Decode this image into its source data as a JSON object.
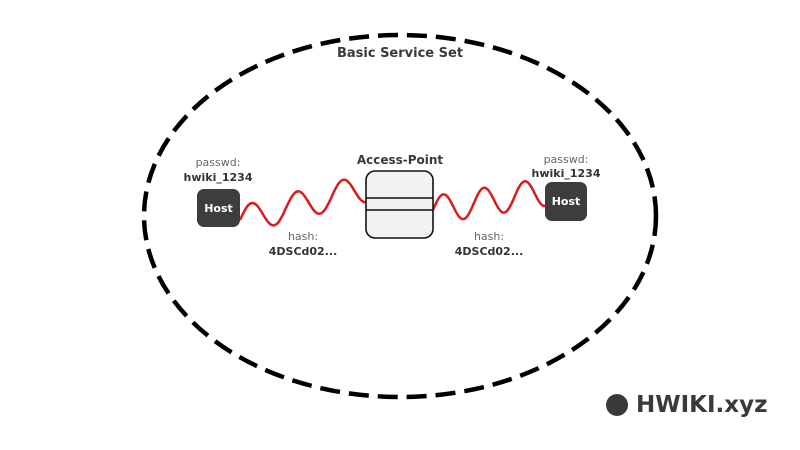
{
  "diagram": {
    "title": "Basic Service Set",
    "access_point": {
      "label": "Access-Point"
    },
    "hosts": [
      {
        "label": "Host",
        "passwd_label": "passwd:",
        "passwd_value": "hwiki_1234"
      },
      {
        "label": "Host",
        "passwd_label": "passwd:",
        "passwd_value": "hwiki_1234"
      }
    ],
    "links": [
      {
        "hash_label": "hash:",
        "hash_value": "4DSCd02..."
      },
      {
        "hash_label": "hash:",
        "hash_value": "4DSCd02..."
      }
    ],
    "colors": {
      "wave": "#d91c1c",
      "host_fill": "#3d3d3d",
      "ap_fill": "#f2f2f2",
      "boundary": "#000000"
    }
  },
  "brand": {
    "text": "HWIKI.xyz",
    "icon": "circle-logo-icon"
  }
}
